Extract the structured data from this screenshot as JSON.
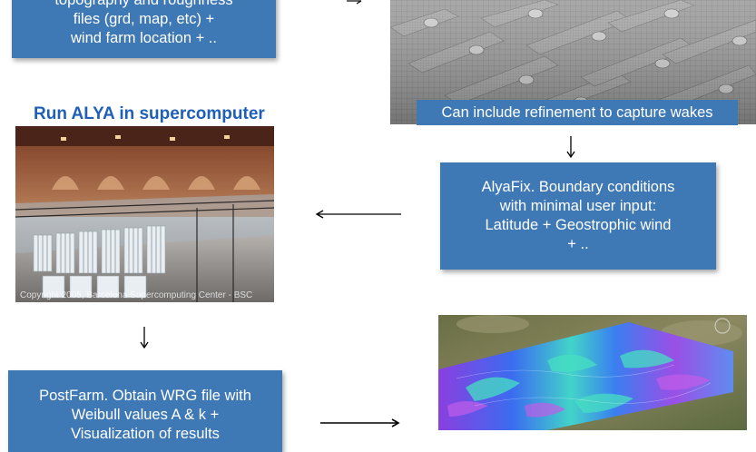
{
  "top_left_box": {
    "lines": [
      "topography and roughness",
      "files (grd, map, etc) +",
      "wind farm location + .."
    ]
  },
  "mesh_image": {
    "caption": "Can include refinement to capture wakes"
  },
  "alya_section": {
    "title": "Run ALYA in supercomputer",
    "photo_credit": "Copyright 2005, Barcelona Supercomputing Center - BSC"
  },
  "alyafix_box": {
    "lines": [
      "AlyaFix. Boundary conditions",
      "with minimal user input:",
      "Latitude + Geostrophic wind",
      "+ .."
    ]
  },
  "postfarm_box": {
    "lines": [
      "PostFarm. Obtain WRG file with",
      "Weibull values A & k +",
      "Visualization of results"
    ]
  },
  "colors": {
    "box_fill": "#3e78b5",
    "title_blue": "#1f5fb8",
    "box_text": "#ffffff"
  }
}
